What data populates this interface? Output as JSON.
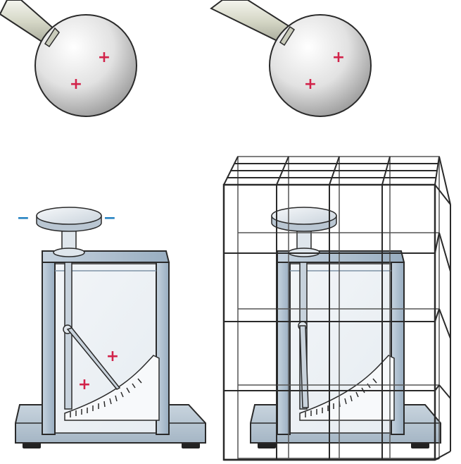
{
  "figure": {
    "panels": [
      {
        "id": "left",
        "sphere": {
          "charges": [
            "+",
            "+"
          ],
          "rod": true
        },
        "electroscope": {
          "knob_charges": [
            "−",
            "−"
          ],
          "inner_charges": [
            "+",
            "+"
          ],
          "enclosed": false
        }
      },
      {
        "id": "right",
        "sphere": {
          "charges": [
            "+",
            "+"
          ],
          "rod": true
        },
        "electroscope": {
          "knob_charges": [],
          "inner_charges": [],
          "enclosed": true,
          "cage_grid": "4x4 wire mesh"
        }
      }
    ]
  },
  "colors": {
    "positive": "#d2234a",
    "negative": "#1f7fc0",
    "frame": "#9fb3c5",
    "base": "#b7c6d3",
    "outline": "#2a2a2a"
  }
}
